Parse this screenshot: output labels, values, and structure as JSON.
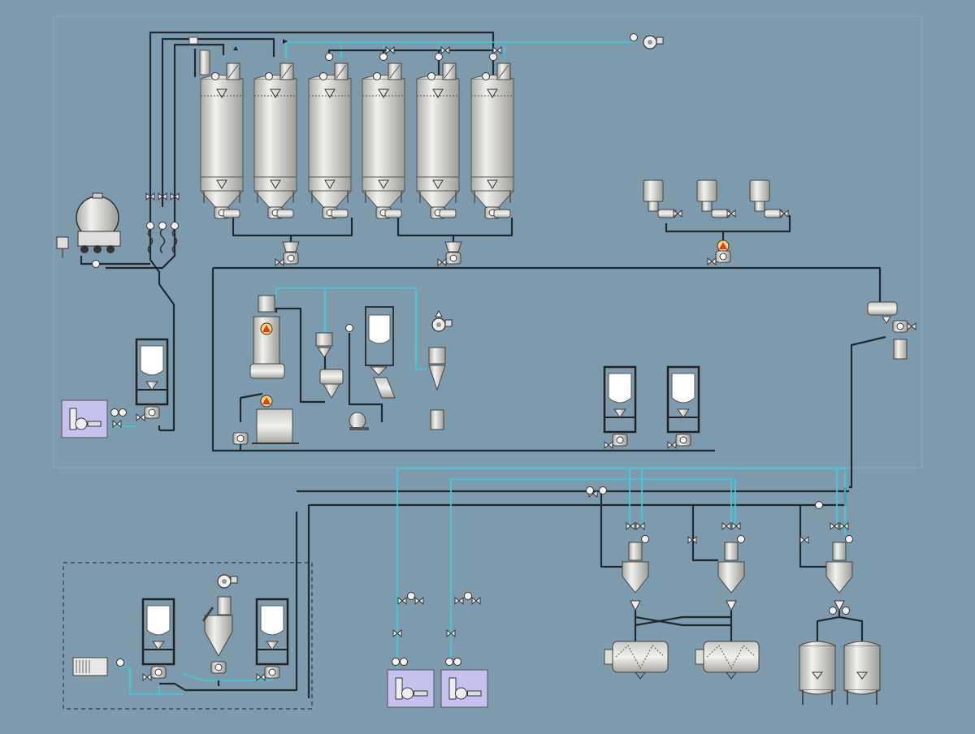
{
  "title": "",
  "colors": {
    "background": "#7d9bad",
    "process_line": "#1f2a30",
    "air_line": "#36d0d8",
    "vessel_fill": "#dcdcd8",
    "vessel_stroke": "#555",
    "blower_panel": "#c6c2ef",
    "alarm": "#e23c2a"
  },
  "silos": [
    {
      "id": "silo-1"
    },
    {
      "id": "silo-2"
    },
    {
      "id": "silo-3"
    },
    {
      "id": "silo-4"
    },
    {
      "id": "silo-5"
    },
    {
      "id": "silo-6"
    }
  ],
  "minor_hoppers": [
    {
      "id": "minor-1"
    },
    {
      "id": "minor-2"
    },
    {
      "id": "minor-3"
    }
  ],
  "bag_stations": [
    {
      "id": "bigbag-left"
    },
    {
      "id": "bigbag-middle"
    },
    {
      "id": "bigbag-right-1"
    },
    {
      "id": "bigbag-right-2"
    },
    {
      "id": "bigbag-bottom-1"
    },
    {
      "id": "bigbag-bottom-2"
    }
  ],
  "receivers": [
    {
      "id": "receiver-1"
    },
    {
      "id": "receiver-2"
    },
    {
      "id": "receiver-3"
    }
  ],
  "mixers": [
    {
      "id": "mixer-1"
    },
    {
      "id": "mixer-2"
    }
  ],
  "tanks": [
    {
      "id": "tank-1"
    },
    {
      "id": "tank-2"
    }
  ],
  "blowers": [
    {
      "id": "blower-left"
    },
    {
      "id": "blower-bottom-1"
    },
    {
      "id": "blower-bottom-2"
    }
  ],
  "icons": [
    "tanker-truck-icon",
    "blower-icon",
    "fan-icon",
    "valve-icon",
    "alarm-icon",
    "filter-icon",
    "drum-icon"
  ]
}
